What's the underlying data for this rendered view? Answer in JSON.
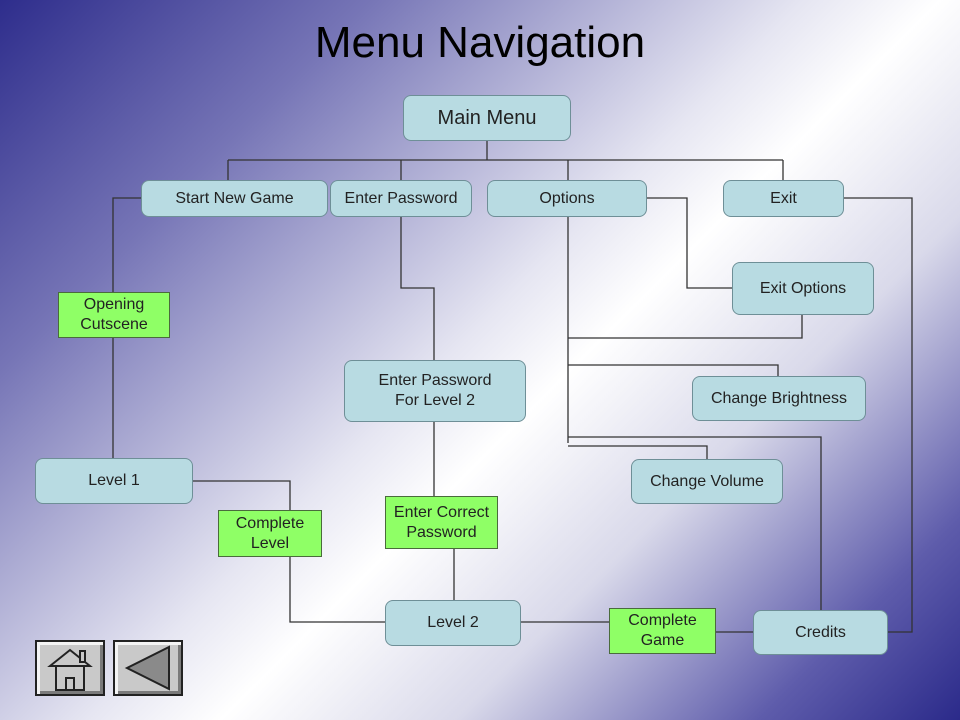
{
  "slide": {
    "title": "Menu Navigation"
  },
  "nodes": {
    "main_menu": "Main Menu",
    "start_new_game": "Start New Game",
    "enter_password": "Enter Password",
    "options": "Options",
    "exit": "Exit",
    "exit_options": "Exit Options",
    "opening_cutscene": "Opening\nCutscene",
    "enter_password_level2": "Enter Password\nFor Level 2",
    "change_brightness": "Change Brightness",
    "level1": "Level 1",
    "change_volume": "Change Volume",
    "complete_level": "Complete\nLevel",
    "enter_correct_password": "Enter Correct\nPassword",
    "level2": "Level 2",
    "complete_game": "Complete\nGame",
    "credits": "Credits"
  },
  "nav_buttons": [
    {
      "name": "home",
      "icon": "home-icon"
    },
    {
      "name": "back",
      "icon": "back-arrow-icon"
    }
  ],
  "colors": {
    "box_blue": "#b8dbe2",
    "box_green": "#8fff66",
    "connector": "#333333"
  }
}
